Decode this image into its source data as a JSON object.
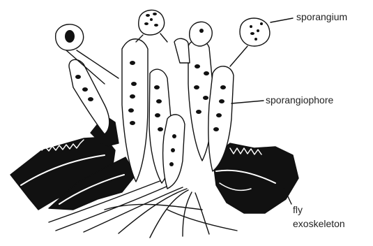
{
  "labels": {
    "sporangium": "sporangium",
    "sporangiophore": "sporangiophore",
    "fly_line1": "fly",
    "fly_line2": "exoskeleton"
  },
  "colors": {
    "ink": "#111111",
    "paper": "#ffffff",
    "text": "#222222"
  }
}
